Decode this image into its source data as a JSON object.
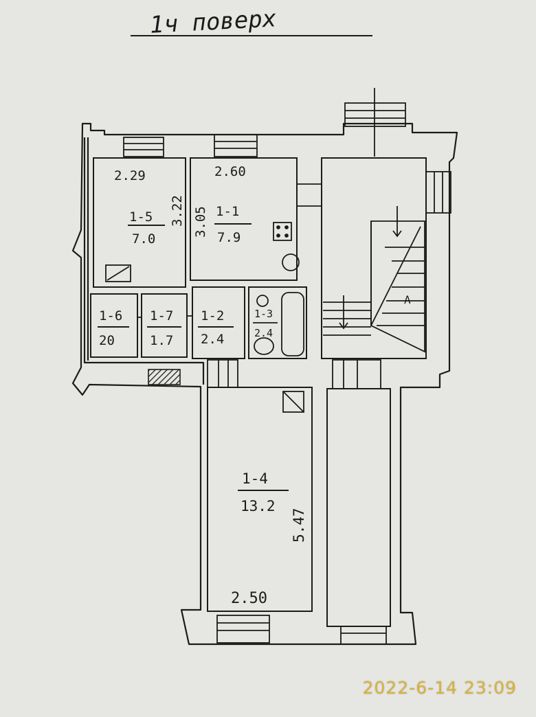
{
  "title": "1ч поверх",
  "timestamp": "2022-6-14 23:09",
  "rooms": [
    {
      "id": "1-5",
      "area": "7.0",
      "width": "2.29",
      "length": "3.22"
    },
    {
      "id": "1-1",
      "area": "7.9",
      "width": "2.60",
      "length": "3.05"
    },
    {
      "id": "1-6",
      "area": "20"
    },
    {
      "id": "1-7",
      "area": "1.7"
    },
    {
      "id": "1-2",
      "area": "2.4"
    },
    {
      "id": "1-3",
      "area": "2.4"
    },
    {
      "id": "1-4",
      "area": "13.2",
      "width": "2.50",
      "length": "5.47"
    }
  ],
  "stair_mark": "A",
  "colors": {
    "paper": "#e6e6e2",
    "ink": "#1b1b1b",
    "timestamp": "#d7b23a"
  }
}
